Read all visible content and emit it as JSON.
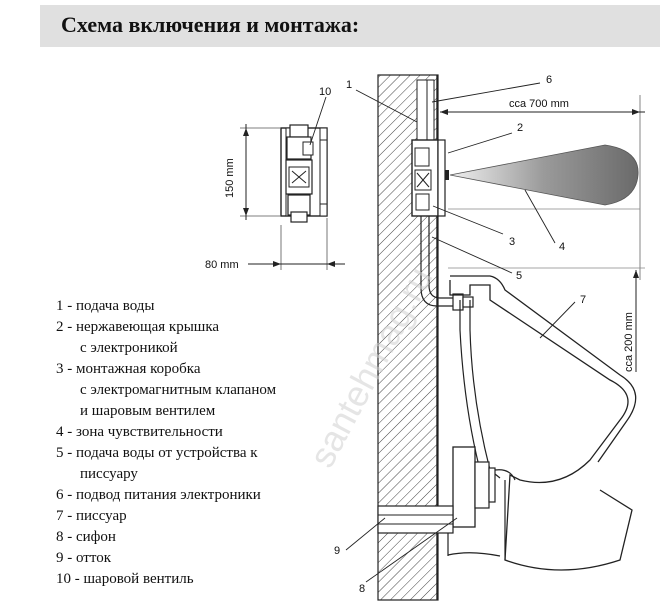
{
  "title": "Схема включения и монтажа:",
  "legend": [
    "1 - подача воды",
    "2 - нержавеющая крышка",
    "    с электроникой",
    "3 - монтажная коробка",
    "    с электромагнитным клапаном",
    "    и шаровым вентилем",
    "4 - зона чувствительности",
    "5 - подача воды от устройства к",
    "    писсуару",
    "6 - подвод питания электроники",
    "7 - писсуар",
    "8 - сифон",
    "9 - отток",
    "10 - шаровой вентиль"
  ],
  "dimensions": {
    "d150": "150 mm",
    "d80": "80 mm",
    "d700": "cca 700 mm",
    "d200": "cca 200 mm"
  },
  "callouts": {
    "c1": "1",
    "c2": "2",
    "c3": "3",
    "c4": "4",
    "c5": "5",
    "c6": "6",
    "c7": "7",
    "c8": "8",
    "c9": "9",
    "c10": "10"
  },
  "watermark": "santehmag.ru"
}
